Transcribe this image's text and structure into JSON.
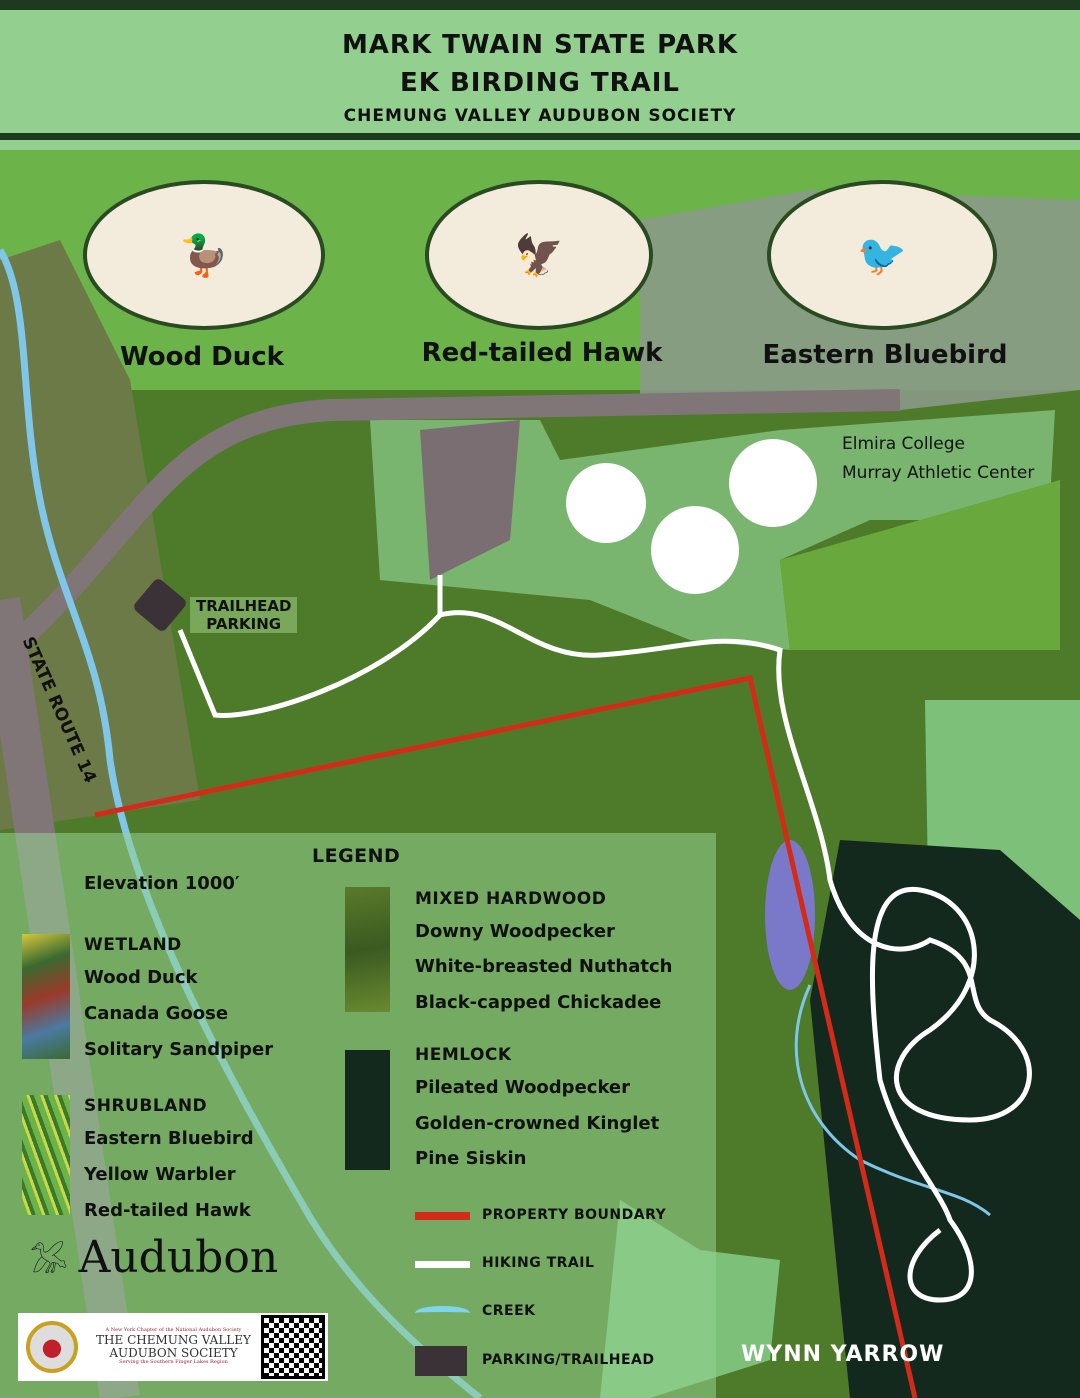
{
  "header": {
    "title_line1": "MARK TWAIN STATE PARK",
    "title_line2": "EK BIRDING TRAIL",
    "subtitle": "CHEMUNG VALLEY AUDUBON SOCIETY"
  },
  "featured_birds": [
    {
      "name": "Wood Duck"
    },
    {
      "name": "Red-tailed Hawk"
    },
    {
      "name": "Eastern Bluebird"
    }
  ],
  "map_labels": {
    "college_line1": "Elmira College",
    "college_line2": "Murray Athletic Center",
    "trailhead_line1": "TRAILHEAD",
    "trailhead_line2": "PARKING",
    "road": "STATE ROUTE 14",
    "credit": "WYNN YARROW"
  },
  "legend": {
    "title": "LEGEND",
    "elevation": "Elevation 1000′",
    "habitats": [
      {
        "name": "WETLAND",
        "birds": [
          "Wood Duck",
          "Canada Goose",
          "Solitary Sandpiper"
        ]
      },
      {
        "name": "SHRUBLAND",
        "birds": [
          "Eastern Bluebird",
          "Yellow Warbler",
          "Red-tailed Hawk"
        ]
      },
      {
        "name": "MIXED HARDWOOD",
        "birds": [
          "Downy Woodpecker",
          "White-breasted Nuthatch",
          "Black-capped Chickadee"
        ]
      },
      {
        "name": "HEMLOCK",
        "birds": [
          "Pileated Woodpecker",
          "Golden-crowned Kinglet",
          "Pine Siskin"
        ]
      }
    ],
    "lines": [
      {
        "label": "PROPERTY BOUNDARY",
        "color": "#d42a1a"
      },
      {
        "label": "HIKING TRAIL",
        "color": "#ffffff"
      },
      {
        "label": "CREEK",
        "color": "#7fd6ec"
      },
      {
        "label": "PARKING/TRAILHEAD",
        "color": "#3a3236"
      }
    ]
  },
  "logos": {
    "audubon": "Audubon",
    "cvas_top": "A New York Chapter of the National Audubon Society",
    "cvas_line1": "THE CHEMUNG VALLEY",
    "cvas_line2": "AUDUBON SOCIETY",
    "cvas_bottom": "Serving the Southern Finger Lakes Region"
  }
}
